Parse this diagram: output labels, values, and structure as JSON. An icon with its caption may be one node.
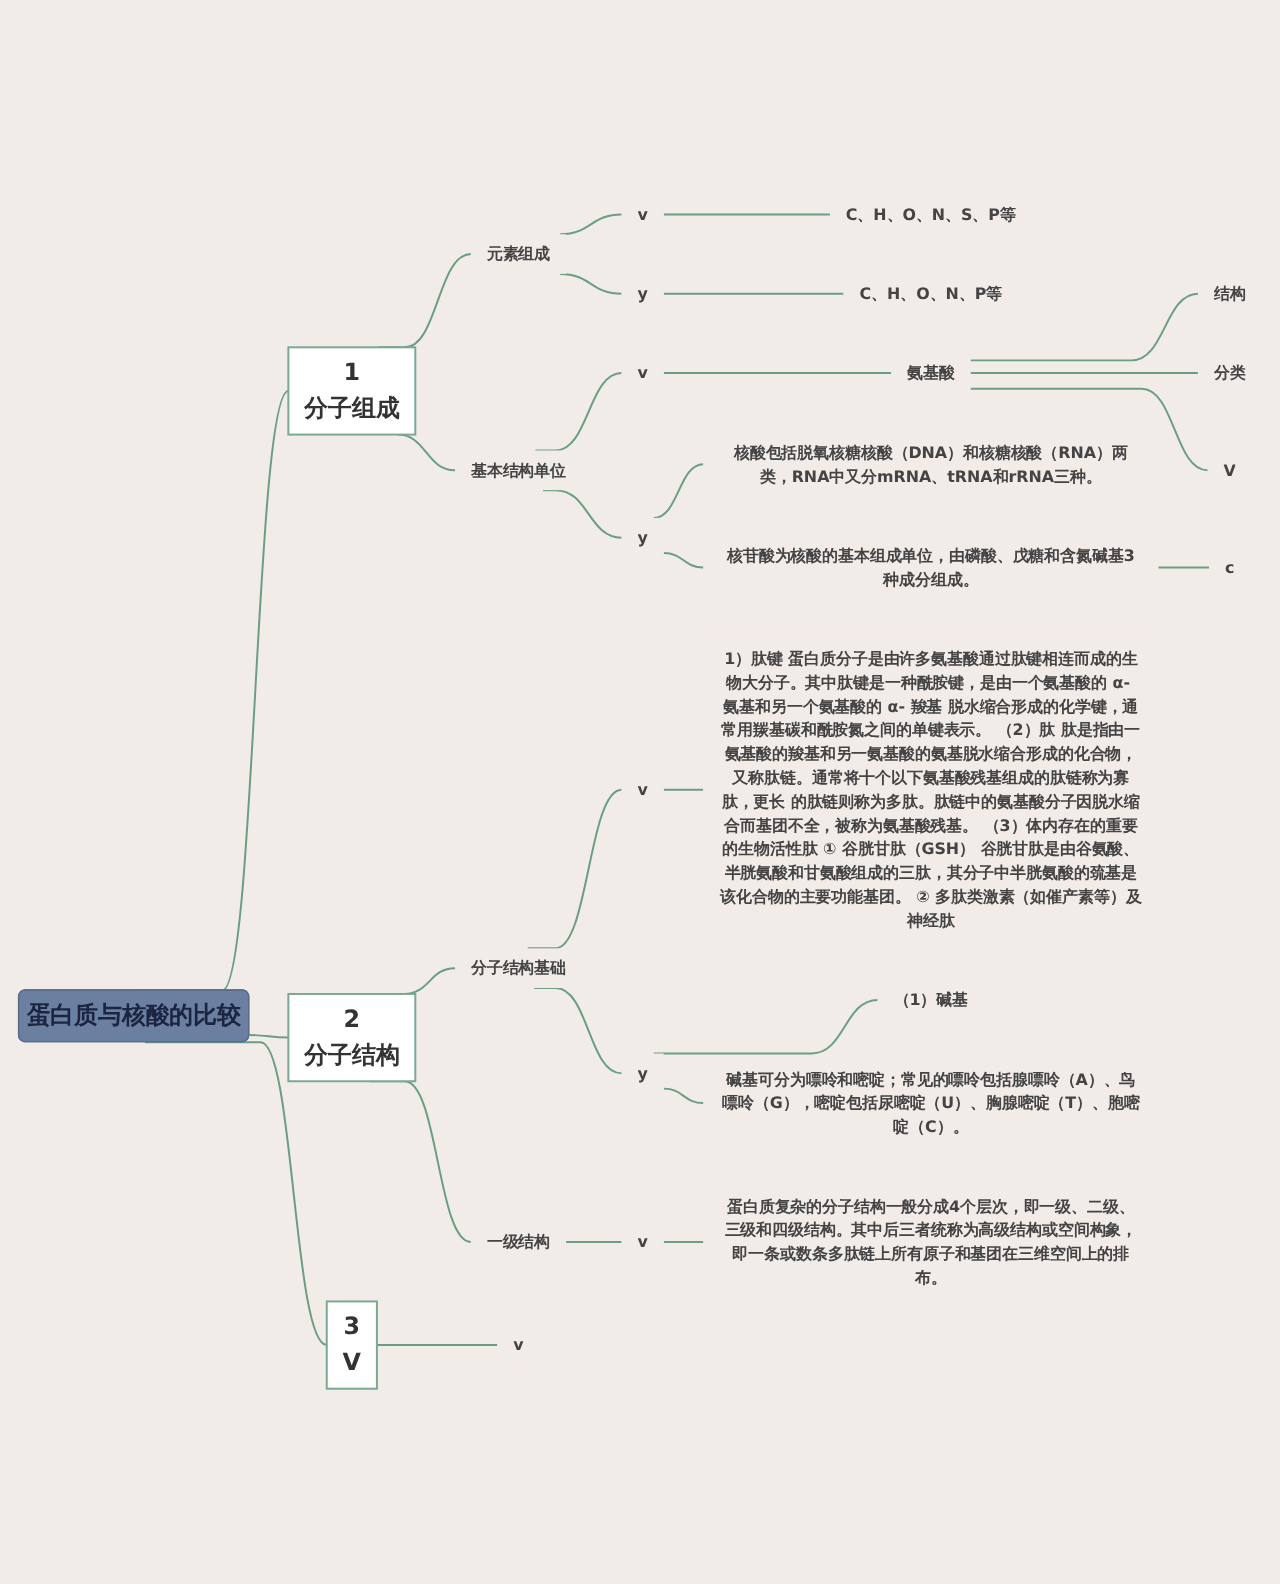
{
  "diagram": {
    "nodes": [
      {
        "text": [
          "蛋白质与核酸的比较"
        ]
      },
      {
        "text": [
          "1",
          "分子组成"
        ]
      },
      {
        "text": [
          "元素组成"
        ]
      },
      {
        "text": [
          "v"
        ]
      },
      {
        "text": [
          "C、H、O、N、S、P等"
        ]
      },
      {
        "text": [
          "y"
        ]
      },
      {
        "text": [
          "C、H、O、N、P等"
        ]
      },
      {
        "text": [
          "基本结构单位"
        ]
      },
      {
        "text": [
          "v"
        ]
      },
      {
        "text": [
          "氨基酸"
        ]
      },
      {
        "text": [
          "结构"
        ]
      },
      {
        "text": [
          "分类"
        ]
      },
      {
        "text": [
          "V"
        ]
      },
      {
        "text": [
          "y"
        ]
      },
      {
        "text": [
          "核酸包括脱氧核糖核酸（DNA）和核糖核酸（RNA）两类，RNA中又分mRNA、tRNA和rRNA三种。"
        ]
      },
      {
        "text": [
          "核苷酸为核酸的基本组成单位，由磷酸、戊糖和含氮碱基3种成分组成。"
        ]
      },
      {
        "text": [
          "c"
        ]
      },
      {
        "text": [
          "2",
          "分子结构"
        ]
      },
      {
        "text": [
          "分子结构基础"
        ]
      },
      {
        "text": [
          "v"
        ]
      },
      {
        "text": [
          "1）肽键 蛋白质分子是由许多氨基酸通过肽键相连而成的生物大分子。其中肽键是一种酰胺键，是由一个氨基酸的 α- 氨基和另一个氨基酸的 α- 羧基 脱水缩合形成的化学键，通常用羰基碳和酰胺氮之间的单键表示。 （2）肽 肽是指由一氨基酸的羧基和另一氨基酸的氨基脱水缩合形成的化合物，又称肽链。通常将十个以下氨基酸残基组成的肽链称为寡肽，更长 的肽链则称为多肽。肽链中的氨基酸分子因脱水缩合而基团不全，被称为氨基酸残基。 （3）体内存在的重要的生物活性肽 ① 谷胱甘肽（GSH） 谷胱甘肽是由谷氨酸、半胱氨酸和甘氨酸组成的三肽，其分子中半胱氨酸的巯基是该化合物的主要功能基团。 ② 多肽类激素（如催产素等）及神经肽"
        ]
      },
      {
        "text": [
          "y"
        ]
      },
      {
        "text": [
          "（1）碱基"
        ]
      },
      {
        "text": [
          "碱基可分为嘌呤和嘧啶；常见的嘌呤包括腺嘌呤（A）、鸟嘌呤（G），嘧啶包括尿嘧啶（U）、胸腺嘧啶（T）、胞嘧啶（C）。"
        ]
      },
      {
        "text": [
          "一级结构"
        ]
      },
      {
        "text": [
          "v"
        ]
      },
      {
        "text": [
          "蛋白质复杂的分子结构一般分成4个层次，即一级、二级、三级和四级结构。其中后三者统称为高级结构或空间构象，即一条或数条多肽链上所有原子和基团在三维空间上的排布。"
        ]
      },
      {
        "text": [
          "3",
          "V"
        ]
      },
      {
        "text": [
          "v"
        ]
      }
    ],
    "edges": [
      {
        "from": 0,
        "to": 1,
        "arrow": "none"
      },
      {
        "from": 1,
        "to": 2,
        "arrow": "none"
      },
      {
        "from": 2,
        "to": 3,
        "arrow": "none"
      },
      {
        "from": 3,
        "to": 4,
        "arrow": "none"
      },
      {
        "from": 2,
        "to": 5,
        "arrow": "none"
      },
      {
        "from": 5,
        "to": 6,
        "arrow": "none"
      },
      {
        "from": 1,
        "to": 7,
        "arrow": "none"
      },
      {
        "from": 7,
        "to": 8,
        "arrow": "none"
      },
      {
        "from": 8,
        "to": 9,
        "arrow": "none"
      },
      {
        "from": 9,
        "to": 10,
        "arrow": "none"
      },
      {
        "from": 9,
        "to": 11,
        "arrow": "none"
      },
      {
        "from": 9,
        "to": 12,
        "arrow": "none"
      },
      {
        "from": 7,
        "to": 13,
        "arrow": "none"
      },
      {
        "from": 13,
        "to": 14,
        "arrow": "none"
      },
      {
        "from": 13,
        "to": 15,
        "arrow": "none"
      },
      {
        "from": 15,
        "to": 16,
        "arrow": "none"
      },
      {
        "from": 0,
        "to": 17,
        "arrow": "none"
      },
      {
        "from": 17,
        "to": 18,
        "arrow": "none"
      },
      {
        "from": 18,
        "to": 19,
        "arrow": "none"
      },
      {
        "from": 19,
        "to": 20,
        "arrow": "none"
      },
      {
        "from": 18,
        "to": 21,
        "arrow": "none"
      },
      {
        "from": 21,
        "to": 22,
        "arrow": "none"
      },
      {
        "from": 21,
        "to": 23,
        "arrow": "none"
      },
      {
        "from": 17,
        "to": 24,
        "arrow": "none"
      },
      {
        "from": 24,
        "to": 25,
        "arrow": "none"
      },
      {
        "from": 25,
        "to": 26,
        "arrow": "none"
      },
      {
        "from": 0,
        "to": 27,
        "arrow": "none"
      },
      {
        "from": 27,
        "to": 28,
        "arrow": "none"
      }
    ]
  }
}
